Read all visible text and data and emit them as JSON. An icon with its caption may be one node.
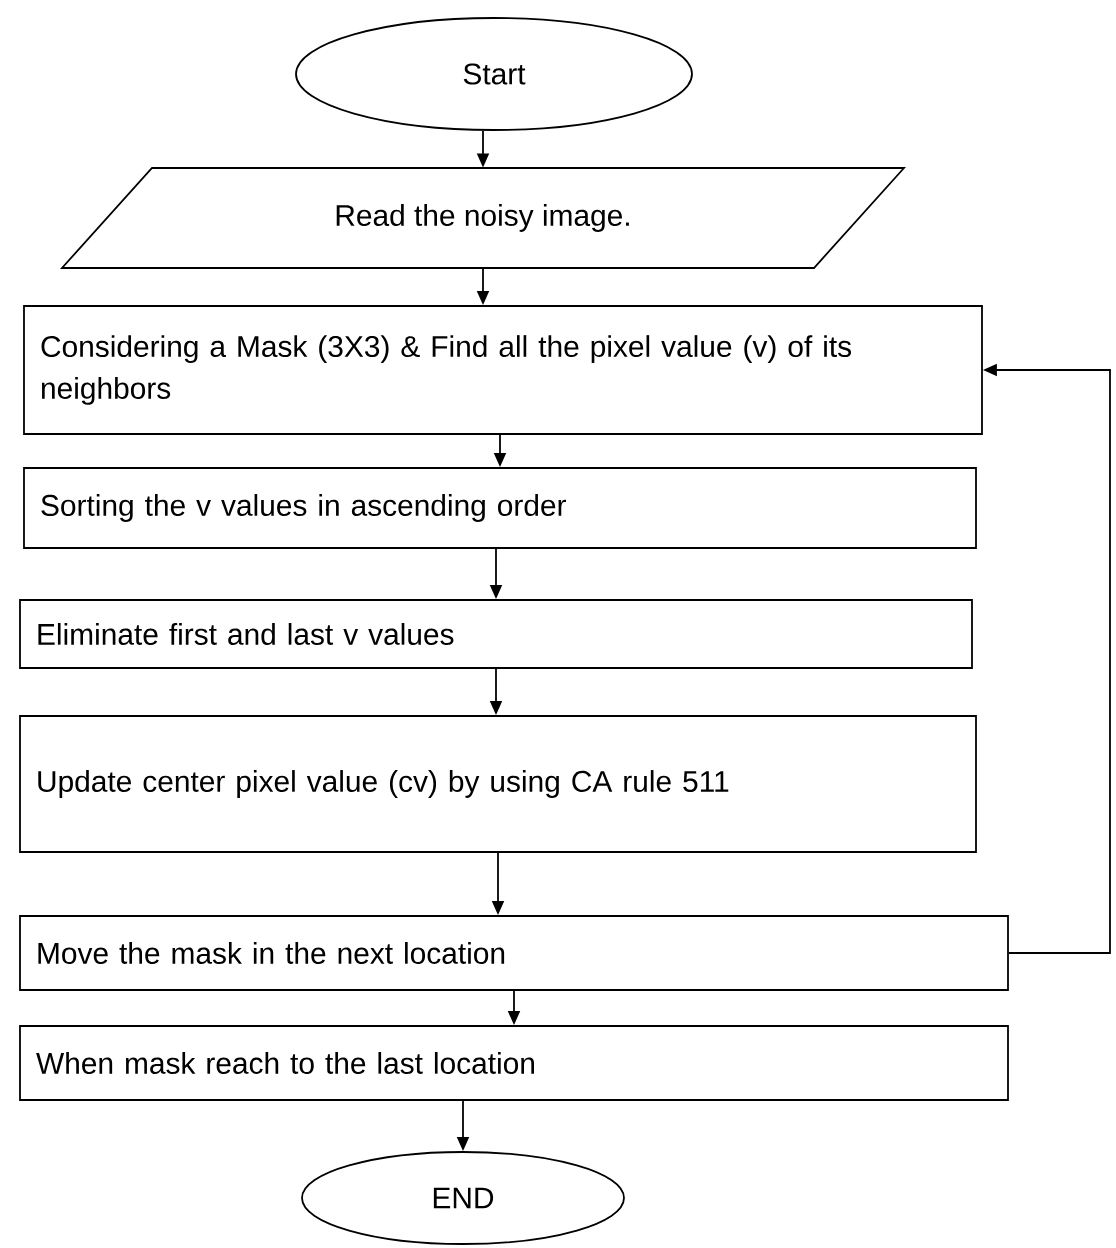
{
  "diagram": {
    "nodes": [
      {
        "text": [
          "Start"
        ]
      },
      {
        "text": [
          "Read the noisy image."
        ]
      },
      {
        "text": [
          "Considering a Mask (3X3) & Find all the pixel value (v) of its neighbors"
        ]
      },
      {
        "text": [
          "Sorting the v values in ascending order"
        ]
      },
      {
        "text": [
          "Eliminate first and last v values"
        ]
      },
      {
        "text": [
          "Update center pixel value (cv) by using CA rule 511"
        ]
      },
      {
        "text": [
          "Move the mask in the next location"
        ]
      },
      {
        "text": [
          "When mask reach to the last location"
        ]
      },
      {
        "text": [
          "END"
        ]
      }
    ],
    "edges": [
      {
        "from": 0,
        "to": 1,
        "arrow": "to"
      },
      {
        "from": 1,
        "to": 2,
        "arrow": "to"
      },
      {
        "from": 2,
        "to": 3,
        "arrow": "to"
      },
      {
        "from": 3,
        "to": 4,
        "arrow": "to"
      },
      {
        "from": 4,
        "to": 5,
        "arrow": "to"
      },
      {
        "from": 5,
        "to": 6,
        "arrow": "to"
      },
      {
        "from": 6,
        "to": 7,
        "arrow": "to"
      },
      {
        "from": 7,
        "to": 8,
        "arrow": "to"
      },
      {
        "from": 6,
        "to": 2,
        "arrow": "to"
      }
    ]
  }
}
